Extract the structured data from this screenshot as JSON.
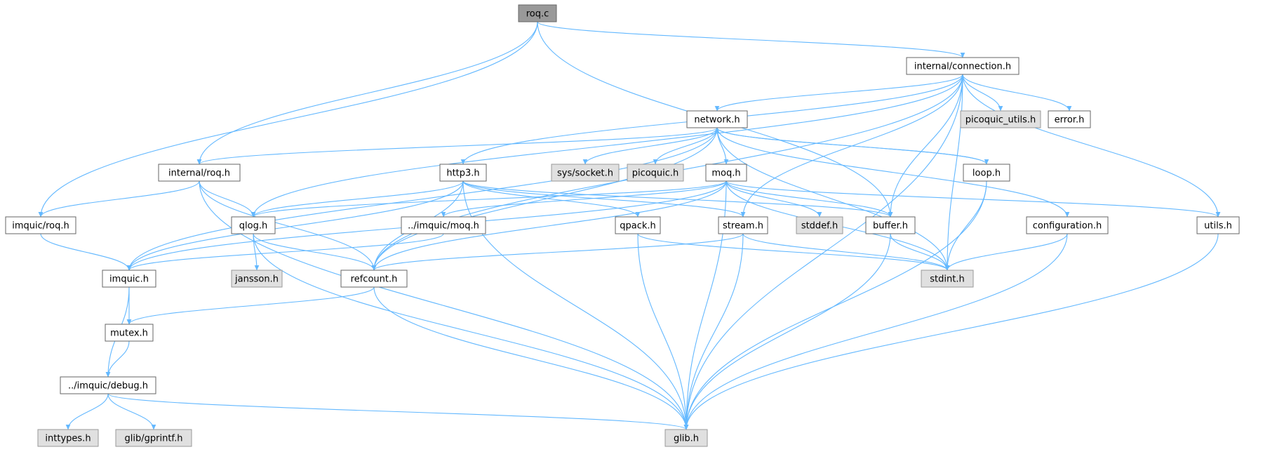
{
  "colors": {
    "edge": "#63b8ff",
    "root_fill": "#999999",
    "root_stroke": "#666666",
    "normal_fill": "#ffffff",
    "normal_stroke": "#666666",
    "external_fill": "#e0e0e0",
    "external_stroke": "#999999"
  },
  "nodes": [
    {
      "id": "roq_c",
      "label": "roq.c",
      "kind": "root"
    },
    {
      "id": "internal_connection_h",
      "label": "internal/connection.h",
      "kind": "normal"
    },
    {
      "id": "picoquic_utils_h",
      "label": "picoquic_utils.h",
      "kind": "external"
    },
    {
      "id": "error_h",
      "label": "error.h",
      "kind": "normal"
    },
    {
      "id": "network_h",
      "label": "network.h",
      "kind": "normal"
    },
    {
      "id": "internal_roq_h",
      "label": "internal/roq.h",
      "kind": "normal"
    },
    {
      "id": "http3_h",
      "label": "http3.h",
      "kind": "normal"
    },
    {
      "id": "sys_socket_h",
      "label": "sys/socket.h",
      "kind": "external"
    },
    {
      "id": "picoquic_h",
      "label": "picoquic.h",
      "kind": "external"
    },
    {
      "id": "moq_h",
      "label": "moq.h",
      "kind": "normal"
    },
    {
      "id": "loop_h",
      "label": "loop.h",
      "kind": "normal"
    },
    {
      "id": "imquic_roq_h",
      "label": "imquic/roq.h",
      "kind": "normal"
    },
    {
      "id": "qlog_h",
      "label": "qlog.h",
      "kind": "normal"
    },
    {
      "id": "imquic_moq_h",
      "label": "../imquic/moq.h",
      "kind": "normal"
    },
    {
      "id": "qpack_h",
      "label": "qpack.h",
      "kind": "normal"
    },
    {
      "id": "stream_h",
      "label": "stream.h",
      "kind": "normal"
    },
    {
      "id": "stddef_h",
      "label": "stddef.h",
      "kind": "external"
    },
    {
      "id": "buffer_h",
      "label": "buffer.h",
      "kind": "normal"
    },
    {
      "id": "configuration_h",
      "label": "configuration.h",
      "kind": "normal"
    },
    {
      "id": "utils_h",
      "label": "utils.h",
      "kind": "normal"
    },
    {
      "id": "imquic_h",
      "label": "imquic.h",
      "kind": "normal"
    },
    {
      "id": "jansson_h",
      "label": "jansson.h",
      "kind": "external"
    },
    {
      "id": "refcount_h",
      "label": "refcount.h",
      "kind": "normal"
    },
    {
      "id": "stdint_h",
      "label": "stdint.h",
      "kind": "external"
    },
    {
      "id": "mutex_h",
      "label": "mutex.h",
      "kind": "normal"
    },
    {
      "id": "imquic_debug_h",
      "label": "../imquic/debug.h",
      "kind": "normal"
    },
    {
      "id": "inttypes_h",
      "label": "inttypes.h",
      "kind": "external"
    },
    {
      "id": "glib_gprintf_h",
      "label": "glib/gprintf.h",
      "kind": "external"
    },
    {
      "id": "glib_h",
      "label": "glib.h",
      "kind": "external"
    }
  ],
  "edges": [
    [
      "roq_c",
      "internal_connection_h"
    ],
    [
      "roq_c",
      "internal_roq_h"
    ],
    [
      "roq_c",
      "imquic_roq_h"
    ],
    [
      "roq_c",
      "buffer_h"
    ],
    [
      "internal_connection_h",
      "picoquic_utils_h"
    ],
    [
      "internal_connection_h",
      "error_h"
    ],
    [
      "internal_connection_h",
      "network_h"
    ],
    [
      "internal_connection_h",
      "http3_h"
    ],
    [
      "internal_connection_h",
      "qlog_h"
    ],
    [
      "internal_connection_h",
      "refcount_h"
    ],
    [
      "internal_connection_h",
      "stream_h"
    ],
    [
      "internal_connection_h",
      "buffer_h"
    ],
    [
      "internal_connection_h",
      "stdint_h"
    ],
    [
      "internal_connection_h",
      "utils_h"
    ],
    [
      "internal_connection_h",
      "glib_h"
    ],
    [
      "network_h",
      "internal_roq_h"
    ],
    [
      "network_h",
      "imquic_h"
    ],
    [
      "network_h",
      "refcount_h"
    ],
    [
      "network_h",
      "sys_socket_h"
    ],
    [
      "network_h",
      "picoquic_h"
    ],
    [
      "network_h",
      "moq_h"
    ],
    [
      "network_h",
      "loop_h"
    ],
    [
      "network_h",
      "configuration_h"
    ],
    [
      "network_h",
      "stdint_h"
    ],
    [
      "loop_h",
      "network_h"
    ],
    [
      "loop_h",
      "stdint_h"
    ],
    [
      "loop_h",
      "glib_h"
    ],
    [
      "internal_roq_h",
      "imquic_roq_h"
    ],
    [
      "internal_roq_h",
      "qlog_h"
    ],
    [
      "internal_roq_h",
      "refcount_h"
    ],
    [
      "internal_roq_h",
      "glib_h"
    ],
    [
      "imquic_roq_h",
      "imquic_h"
    ],
    [
      "http3_h",
      "imquic_h"
    ],
    [
      "http3_h",
      "qlog_h"
    ],
    [
      "http3_h",
      "refcount_h"
    ],
    [
      "http3_h",
      "qpack_h"
    ],
    [
      "http3_h",
      "stream_h"
    ],
    [
      "http3_h",
      "buffer_h"
    ],
    [
      "http3_h",
      "glib_h"
    ],
    [
      "moq_h",
      "qlog_h"
    ],
    [
      "moq_h",
      "imquic_h"
    ],
    [
      "moq_h",
      "imquic_moq_h"
    ],
    [
      "moq_h",
      "refcount_h"
    ],
    [
      "moq_h",
      "stddef_h"
    ],
    [
      "moq_h",
      "buffer_h"
    ],
    [
      "moq_h",
      "stdint_h"
    ],
    [
      "moq_h",
      "utils_h"
    ],
    [
      "moq_h",
      "glib_h"
    ],
    [
      "qlog_h",
      "jansson_h"
    ],
    [
      "qlog_h",
      "refcount_h"
    ],
    [
      "qlog_h",
      "glib_h"
    ],
    [
      "imquic_moq_h",
      "imquic_h"
    ],
    [
      "qpack_h",
      "stdint_h"
    ],
    [
      "qpack_h",
      "glib_h"
    ],
    [
      "stream_h",
      "refcount_h"
    ],
    [
      "stream_h",
      "stdint_h"
    ],
    [
      "stream_h",
      "glib_h"
    ],
    [
      "buffer_h",
      "stdint_h"
    ],
    [
      "buffer_h",
      "glib_h"
    ],
    [
      "configuration_h",
      "stdint_h"
    ],
    [
      "configuration_h",
      "glib_h"
    ],
    [
      "utils_h",
      "glib_h"
    ],
    [
      "imquic_h",
      "mutex_h"
    ],
    [
      "imquic_h",
      "imquic_debug_h"
    ],
    [
      "refcount_h",
      "mutex_h"
    ],
    [
      "refcount_h",
      "glib_h"
    ],
    [
      "mutex_h",
      "imquic_debug_h"
    ],
    [
      "imquic_debug_h",
      "inttypes_h"
    ],
    [
      "imquic_debug_h",
      "glib_gprintf_h"
    ],
    [
      "imquic_debug_h",
      "glib_h"
    ]
  ]
}
